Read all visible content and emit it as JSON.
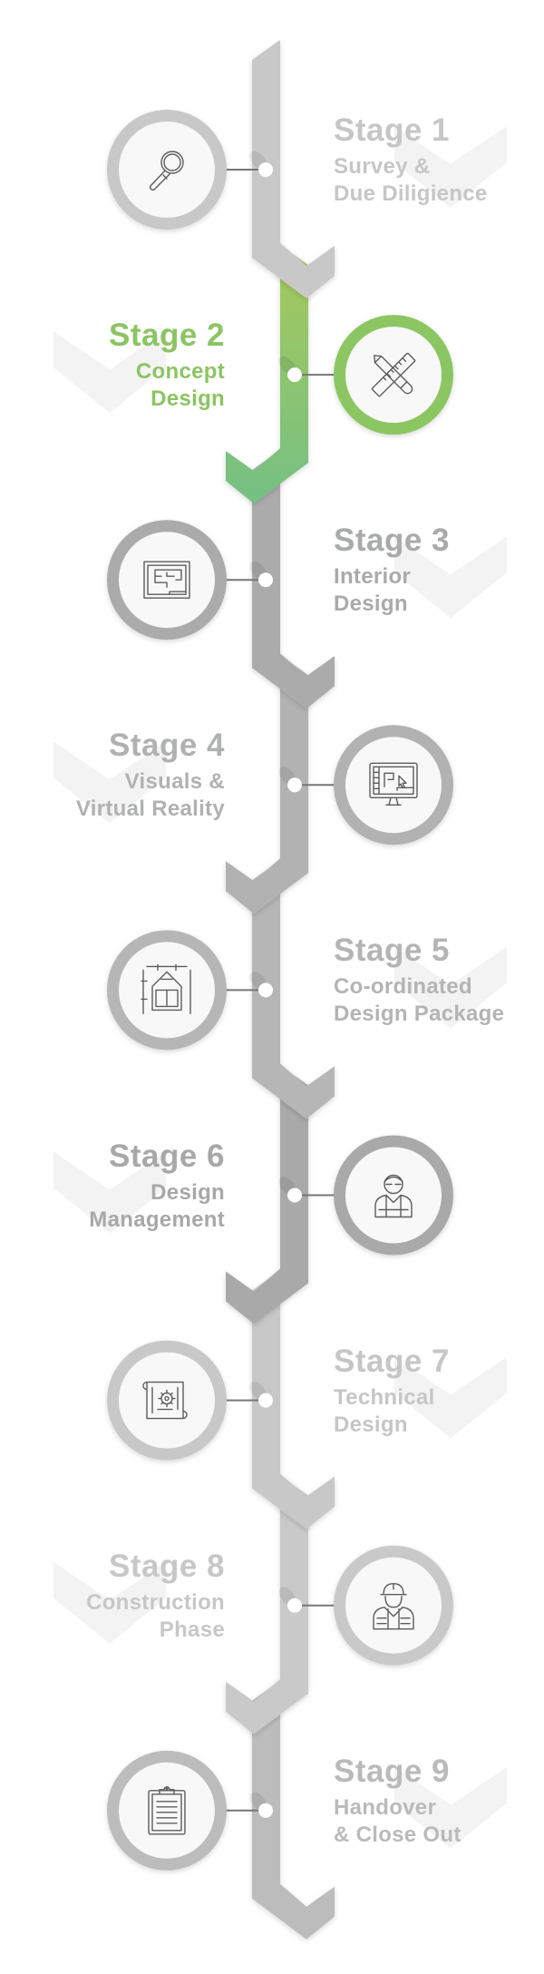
{
  "timeline": {
    "stages": [
      {
        "title": "Stage 1",
        "lines": [
          "Survey &",
          "Due Diligience"
        ],
        "icon": "magnifier-icon",
        "color": "#c8c8c8",
        "text_color": "#c6c6c6",
        "active": false
      },
      {
        "title": "Stage 2",
        "lines": [
          "Concept",
          "Design"
        ],
        "icon": "pencil-ruler-icon",
        "color": "#8cc662",
        "text_color": "#8cc463",
        "active": true
      },
      {
        "title": "Stage 3",
        "lines": [
          "Interior",
          "Design"
        ],
        "icon": "floor-plan-icon",
        "color": "#ababab",
        "text_color": "#a9aaab",
        "active": false
      },
      {
        "title": "Stage 4",
        "lines": [
          "Visuals &",
          "Virtual Reality"
        ],
        "icon": "monitor-cursor-icon",
        "color": "#b2b2b2",
        "text_color": "#b0b1b2",
        "active": false
      },
      {
        "title": "Stage 5",
        "lines": [
          "Co-ordinated",
          "Design Package"
        ],
        "icon": "building-elevation-icon",
        "color": "#b6b6b6",
        "text_color": "#b4b4b4",
        "active": false
      },
      {
        "title": "Stage 6",
        "lines": [
          "Design",
          "Management"
        ],
        "icon": "engineer-icon",
        "color": "#a9a9a9",
        "text_color": "#a8a8a8",
        "active": false
      },
      {
        "title": "Stage 7",
        "lines": [
          "Technical",
          "Design"
        ],
        "icon": "blueprint-gear-icon",
        "color": "#c8c8c8",
        "text_color": "#c6c6c6",
        "active": false
      },
      {
        "title": "Stage 8",
        "lines": [
          "Construction",
          "Phase"
        ],
        "icon": "construction-worker-icon",
        "color": "#c9c9c9",
        "text_color": "#c7c7c7",
        "active": false
      },
      {
        "title": "Stage 9",
        "lines": [
          "Handover",
          "& Close Out"
        ],
        "icon": "clipboard-icon",
        "color": "#bcbcbc",
        "text_color": "#bababa",
        "active": false
      }
    ],
    "green_top": "#a8c95a",
    "green_bottom": "#74c084"
  }
}
